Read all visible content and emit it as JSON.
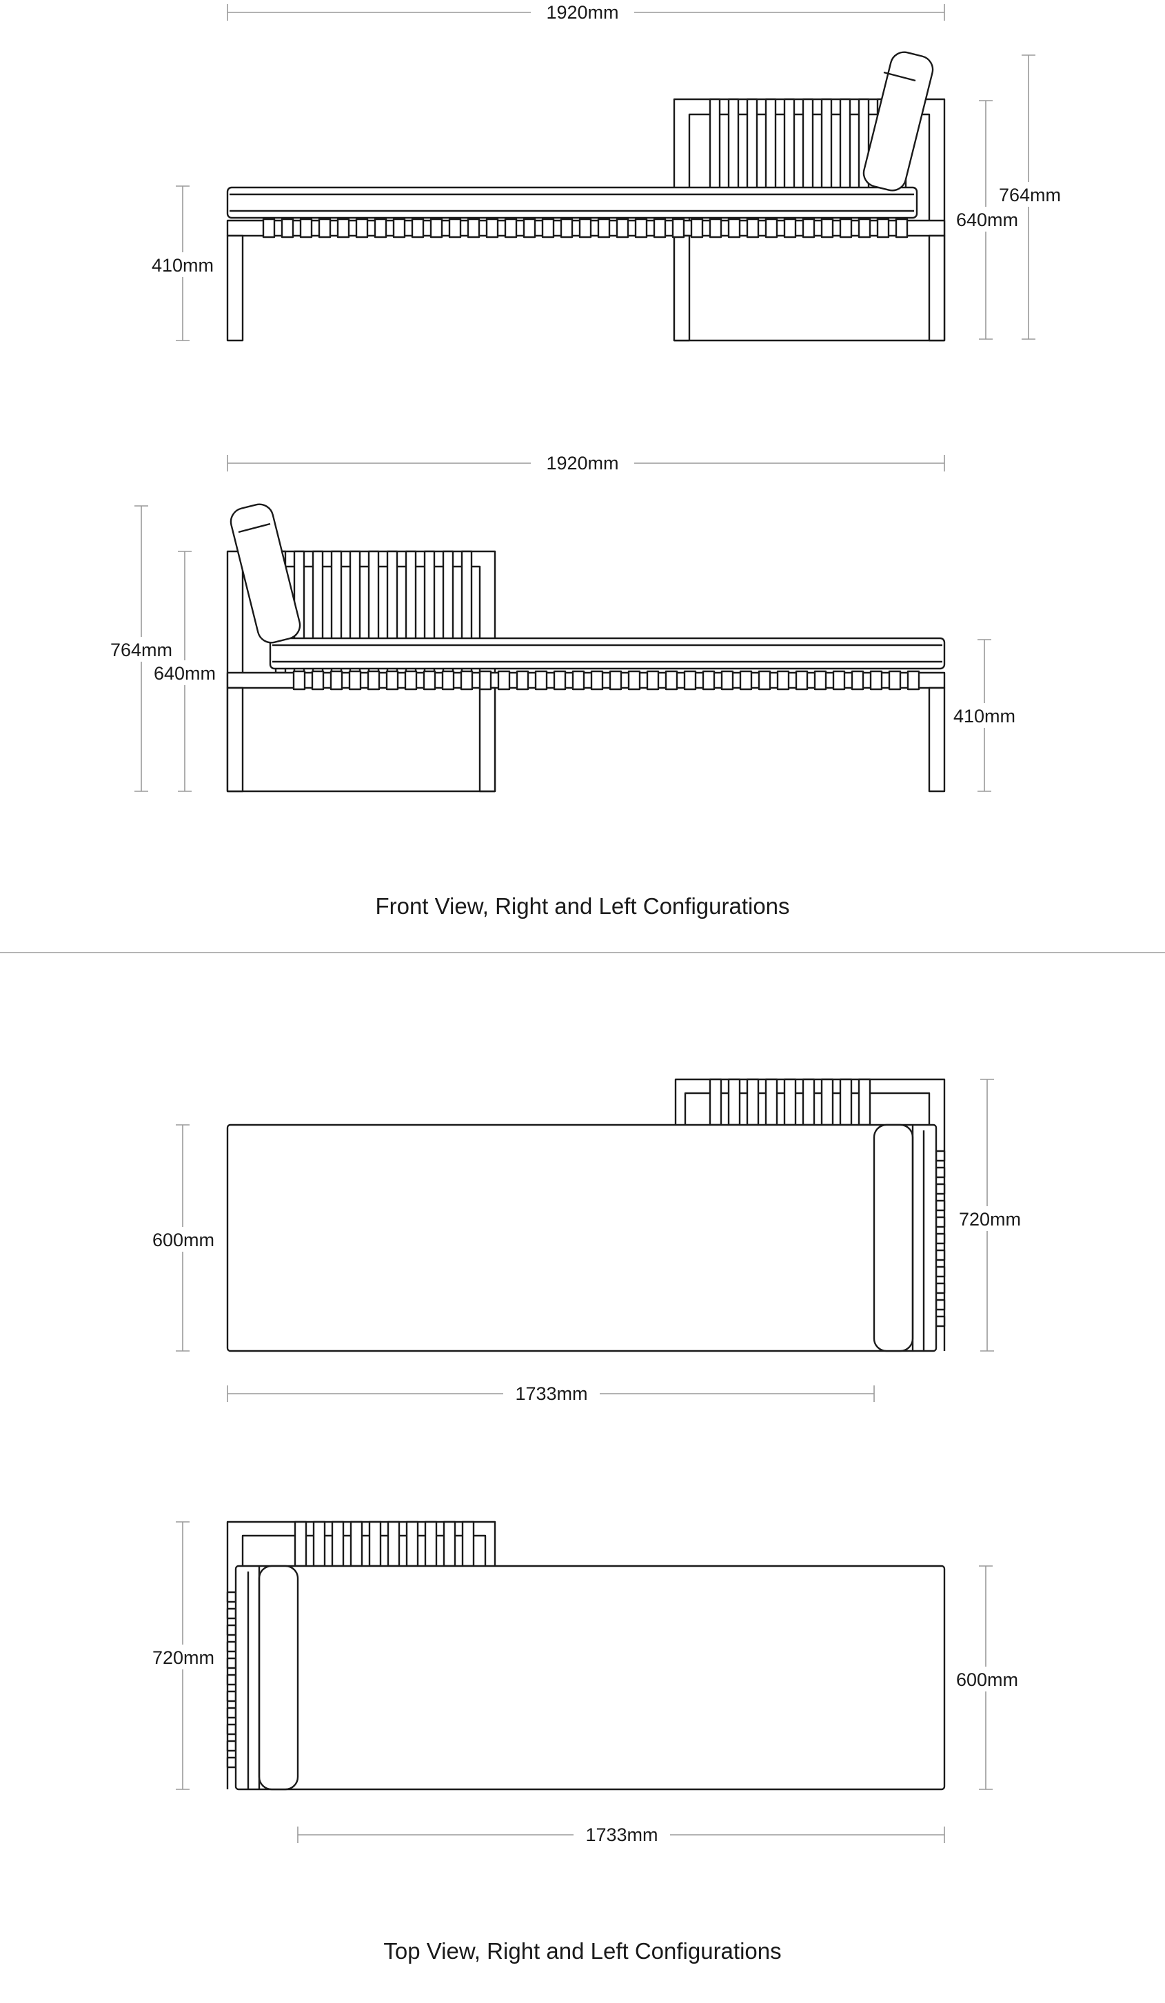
{
  "colors": {
    "line": "#1a1a1a",
    "dimension": "#9a9a9a",
    "background": "#ffffff"
  },
  "front_view": {
    "right_config": {
      "width": "1920mm",
      "seat_height": "410mm",
      "arm_height": "640mm",
      "back_height": "764mm"
    },
    "left_config": {
      "width": "1920mm",
      "seat_height": "410mm",
      "arm_height": "640mm",
      "back_height": "764mm"
    },
    "caption": "Front View, Right and Left Configurations"
  },
  "top_view": {
    "right_config": {
      "depth": "720mm",
      "cushion_depth": "600mm",
      "cushion_length": "1733mm"
    },
    "left_config": {
      "depth": "720mm",
      "cushion_depth": "600mm",
      "cushion_length": "1733mm"
    },
    "caption": "Top View, Right and Left Configurations"
  }
}
